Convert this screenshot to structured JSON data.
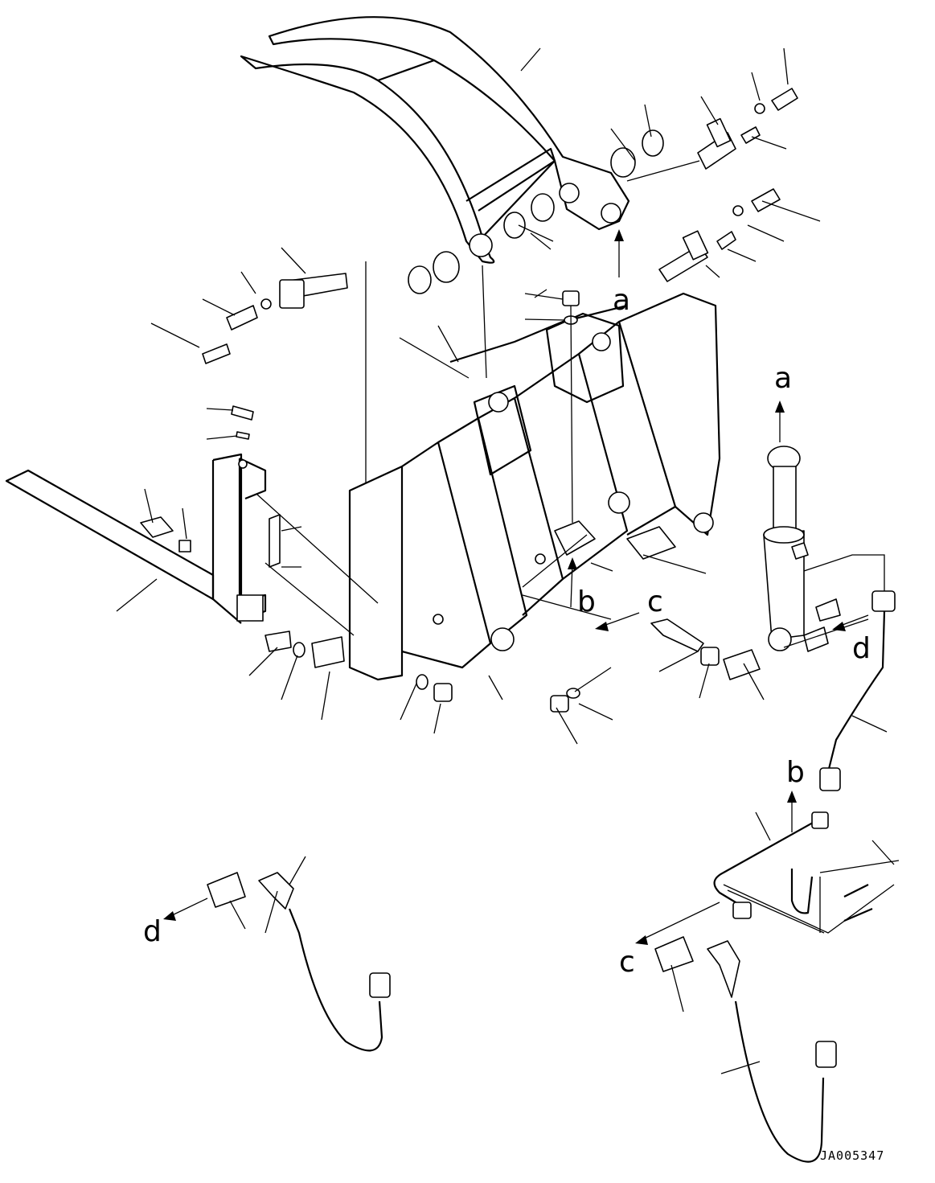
{
  "diagram": {
    "drawing_number": "JA005347",
    "callouts": [
      "a",
      "a",
      "b",
      "b",
      "c",
      "c",
      "d",
      "d"
    ],
    "colors": {
      "ink": "#000000",
      "background": "#ffffff"
    }
  }
}
